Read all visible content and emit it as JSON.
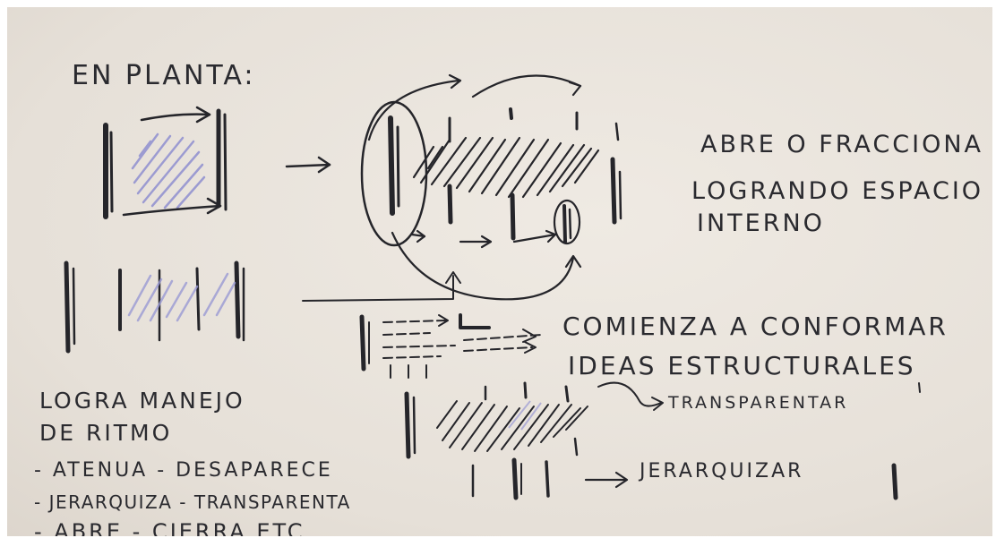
{
  "sketch": {
    "heading": "EN PLANTA:",
    "notes": {
      "abre": [
        "ABRE O FRACCIONA",
        "LOGRANDO ESPACIO",
        "INTERNO"
      ],
      "comienza": [
        "COMIENZA A CONFORMAR",
        "IDEAS ESTRUCTURALES"
      ],
      "logra": [
        "LOGRA MANEJO",
        "DE RITMO",
        "- ATENUA - DESAPARECE",
        "- JERARQUIZA - TRANSPARENTA",
        "- ABRE - CIERRA ETC."
      ],
      "transparentar": "TRANSPARENTAR",
      "jerarquizar": "JERARQUIZAR"
    },
    "colors": {
      "paper": "#e9e3db",
      "ink": "#25252a",
      "blue_hatch": "#8f8fd0"
    }
  }
}
